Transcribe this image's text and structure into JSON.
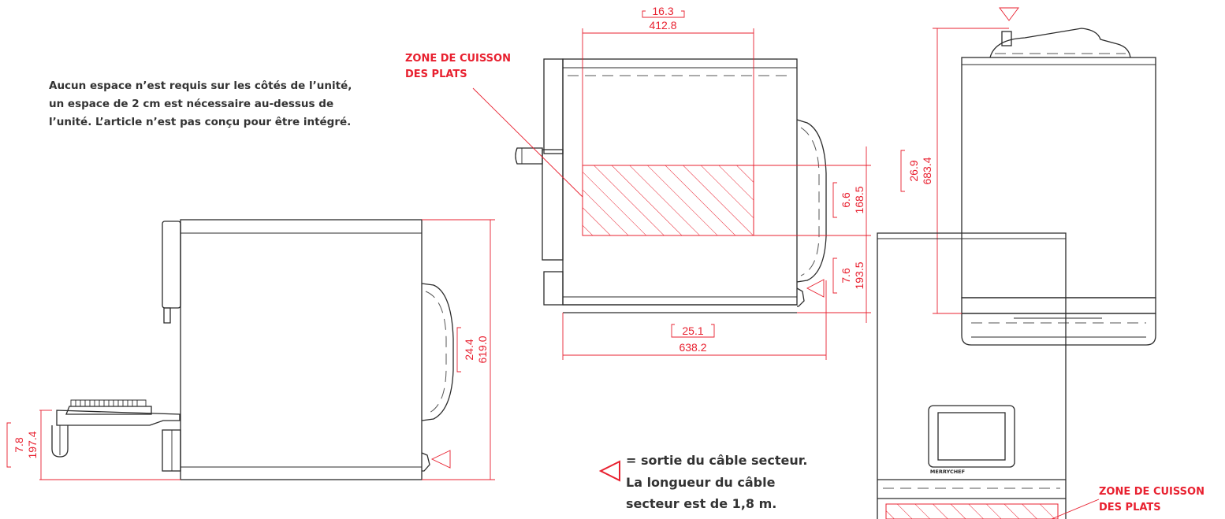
{
  "note": {
    "line1": "Aucun espace n’est requis sur les côtés de l’unité,",
    "line2": "un espace de 2 cm est nécessaire au-dessus de",
    "line3": "l’unité. L’article n’est pas conçu pour être intégré."
  },
  "legend": {
    "line1": "= sortie du câble secteur.",
    "line2": "La longueur du câble",
    "line3": "secteur est de 1,8 m."
  },
  "zone_label": {
    "line1": "ZONE DE CUISSON",
    "line2": "DES PLATS"
  },
  "dimensions": {
    "width_in": "16.3",
    "width_mm": "412.8",
    "zone_height_in": "6.6",
    "zone_height_mm": "168.5",
    "base_to_zone_in": "7.6",
    "base_to_zone_mm": "193.5",
    "depth_in": "25.1",
    "depth_mm": "638.2",
    "total_height_in": "26.9",
    "total_height_mm": "683.4",
    "side_height_in": "24.4",
    "side_height_mm": "619.0",
    "handle_height_in": "7.8",
    "handle_height_mm": "197.4"
  },
  "brand": "MERRYCHEF",
  "colors": {
    "dimension_red": "#e8202f",
    "line": "#2b2b2b",
    "text": "#333333"
  }
}
